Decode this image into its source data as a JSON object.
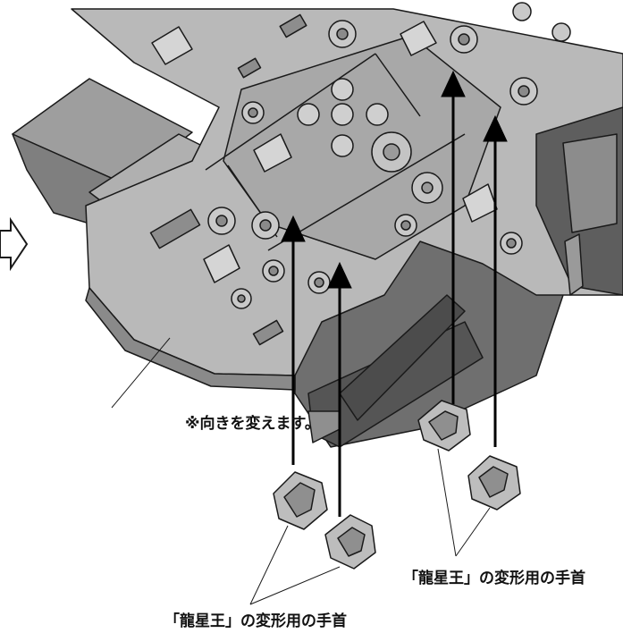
{
  "labels": {
    "rotation_note": "※向きを変えます。",
    "wrist_part_right": "「龍星王」の変形用の手首",
    "wrist_part_left": "「龍星王」の変形用の手首"
  },
  "icons": {
    "step_arrow": "hollow-right-arrow-icon",
    "insert_arrow": "up-arrow-icon"
  },
  "colors": {
    "plastic_light": "#b9b9b9",
    "plastic_mid": "#9e9e9e",
    "plastic_dark": "#6f6f6f",
    "outline": "#1a1a1a",
    "arrow": "#000000",
    "background": "#ffffff"
  }
}
